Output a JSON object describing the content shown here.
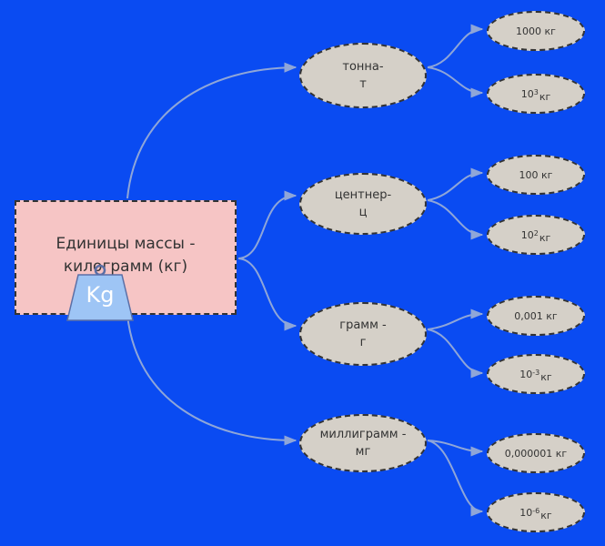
{
  "root": {
    "line1": "Единицы массы -",
    "line2": "килограмм (кг)",
    "weight_label": "Kg"
  },
  "units": [
    {
      "name_line1": "тонна-",
      "name_line2": "т",
      "value": "1000 кг",
      "power_base": "10",
      "power_exp": "3",
      "power_unit": "кг"
    },
    {
      "name_line1": "центнер-",
      "name_line2": "ц",
      "value": "100 кг",
      "power_base": "10",
      "power_exp": "2",
      "power_unit": "кг"
    },
    {
      "name_line1": "грамм -",
      "name_line2": "г",
      "value": "0,001 кг",
      "power_base": "10",
      "power_exp": "-3",
      "power_unit": "кг"
    },
    {
      "name_line1": "миллиграмм -",
      "name_line2": "мг",
      "value": "0,000001 кг",
      "power_base": "10",
      "power_exp": "-6",
      "power_unit": "кг"
    }
  ],
  "colors": {
    "background": "#0a4bf2",
    "root_fill": "#f6c5c5",
    "node_fill": "#d5d0c8",
    "connector": "#8fa6d8"
  }
}
